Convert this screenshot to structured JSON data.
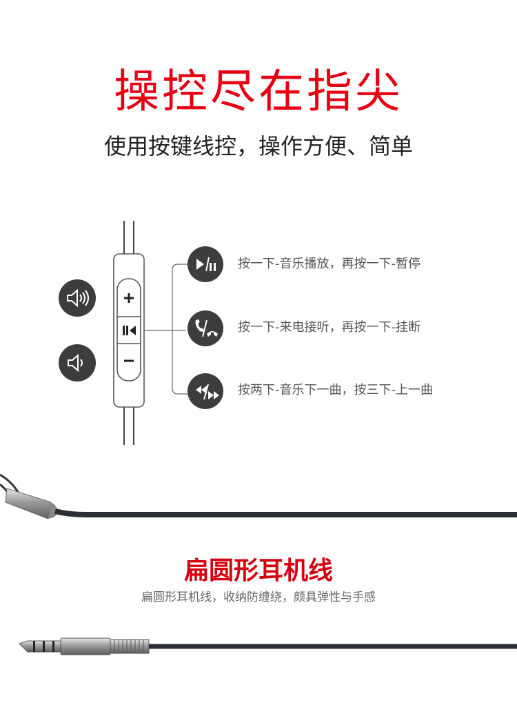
{
  "header": {
    "title": "操控尽在指尖",
    "subtitle": "使用按键线控，操作方便、简单"
  },
  "controls": {
    "volume_up_symbol": "+",
    "volume_down_symbol": "−"
  },
  "functions": [
    {
      "icon": "play-pause-icon",
      "label": "按一下-音乐播放，再按一下-暂停"
    },
    {
      "icon": "phone-answer-hangup-icon",
      "label": "按一下-来电接听，再按一下-挂断"
    },
    {
      "icon": "skip-track-icon",
      "label": "按两下-音乐下一曲，按三下-上一曲"
    }
  ],
  "section2": {
    "title": "扁圆形耳机线",
    "subtitle": "扁圆形耳机线，收纳防缠绕，颇具弹性与手感"
  },
  "colors": {
    "title_red": "#e60012",
    "icon_dark": "#3d3d3d",
    "cable_dark": "#2b2f35"
  }
}
